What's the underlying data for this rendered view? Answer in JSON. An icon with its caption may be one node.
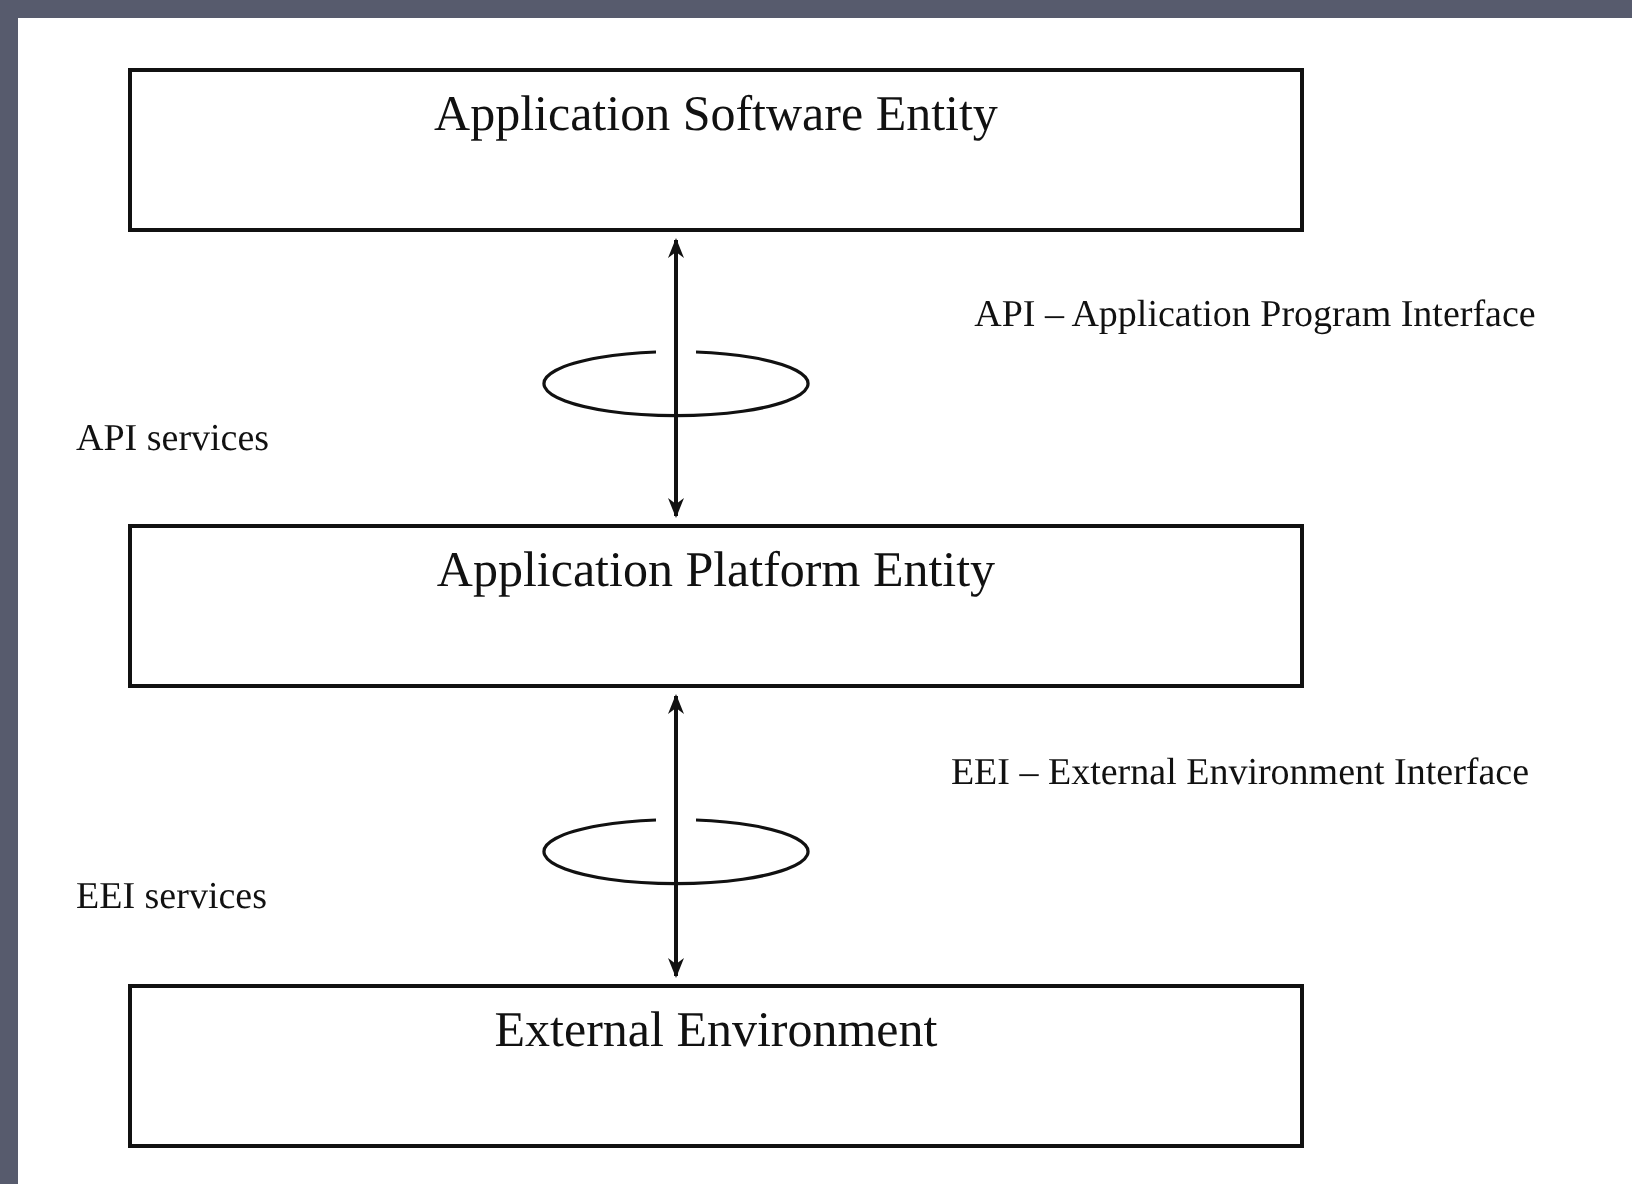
{
  "diagram": {
    "nodes": [
      {
        "text": [
          "Application Software Entity"
        ]
      },
      {
        "text": [
          "Application Platform Entity"
        ]
      },
      {
        "text": [
          "External Environment"
        ]
      }
    ],
    "edges": [
      {
        "from": 1,
        "to": 0,
        "arrow": "both"
      },
      {
        "from": 2,
        "to": 1,
        "arrow": "both"
      }
    ],
    "labels": [
      "API – Application Program Interface",
      "API services",
      "EEI – External Environment Interface",
      "EEI services"
    ]
  }
}
